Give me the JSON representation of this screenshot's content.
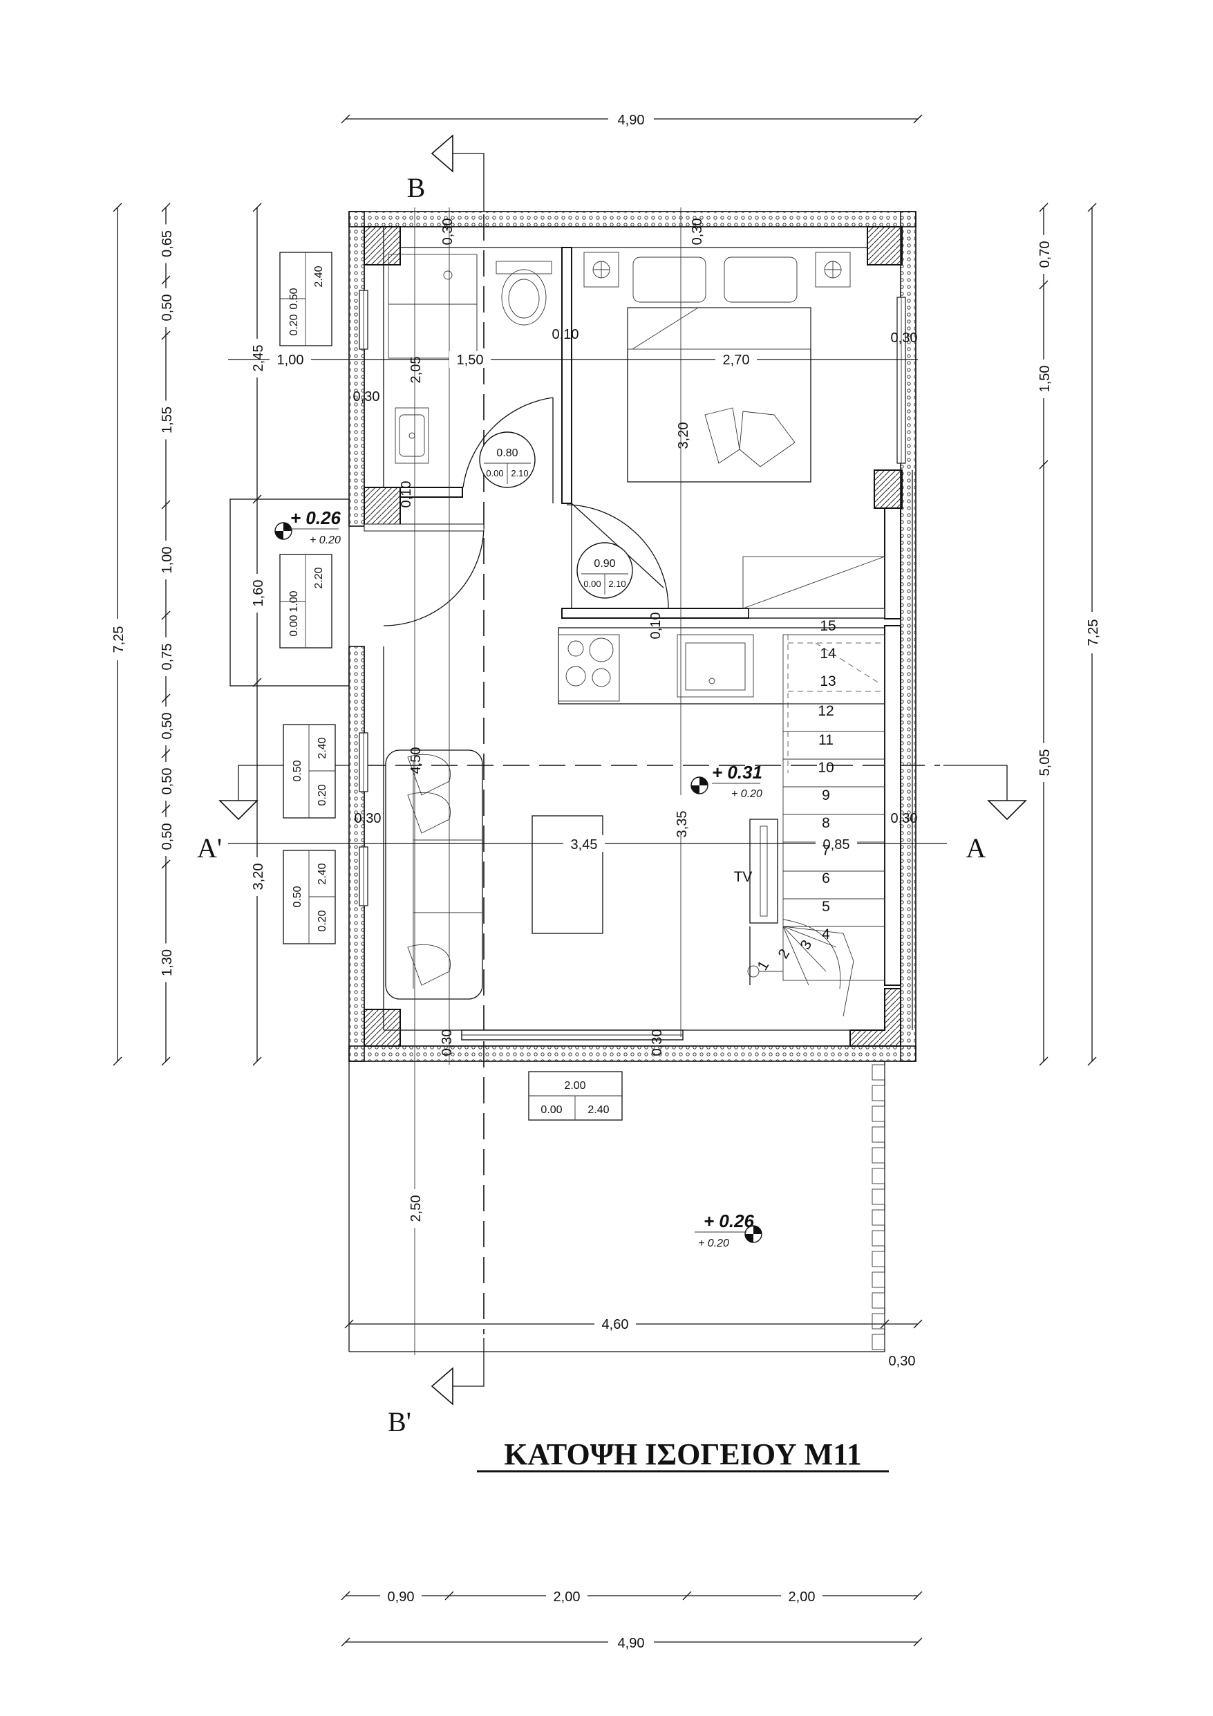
{
  "title": "ΚΑΤΟΨΗ ΙΣΟΓΕΙΟΥ Μ11",
  "section_marks": {
    "b_top": "B",
    "b_bottom": "B'",
    "a_left": "A'",
    "a_right": "A"
  },
  "top_dims": {
    "total": "4,90"
  },
  "bottom_dims": {
    "d1": "0,90",
    "d2": "2,00",
    "d3": "2,00",
    "total": "4,90"
  },
  "left_outer": {
    "total": "7,25"
  },
  "left_mid": [
    "0,65",
    "0,50",
    "1,55",
    "1,00",
    "0,75",
    "0,50",
    "0,50",
    "0,50",
    "1,30"
  ],
  "left_inner": {
    "a": "2,45",
    "b": "1,60",
    "c": "3,20"
  },
  "right_outer": {
    "total": "7,25"
  },
  "right_mid": {
    "a": "0,70",
    "b": "1,50",
    "c": "5,05"
  },
  "interior_dims": {
    "d_030_top1": "0,30",
    "d_030_top2": "0,30",
    "d_100": "1,00",
    "d_150": "1,50",
    "d_010a": "0,10",
    "d_270": "2,70",
    "d_030_r1": "0,30",
    "d_205": "2,05",
    "d_030_l1": "0,30",
    "d_320": "3,20",
    "d_010b": "0,10",
    "d_010c": "0,10",
    "d_450": "4,50",
    "d_030_l2": "0,30",
    "d_345": "3,45",
    "d_335": "3,35",
    "d_085": "0,85",
    "d_030_r2": "0,30",
    "d_030_b1": "0,30",
    "d_030_b2": "0,30",
    "d_250": "2,50",
    "d_460": "4,60",
    "d_030_b3": "0,30"
  },
  "levels": {
    "entry": {
      "main": "+ 0.26",
      "sub": "+ 0.20"
    },
    "living": {
      "main": "+ 0.31",
      "sub": "+ 0.20"
    },
    "terrace": {
      "main": "+ 0.26",
      "sub": "+ 0.20"
    }
  },
  "door_tags": {
    "wc": {
      "w": "0.80",
      "sill": "0.00",
      "h": "2.10"
    },
    "bed": {
      "w": "0.90",
      "sill": "0.00",
      "h": "2.10"
    }
  },
  "window_tags": {
    "wc": {
      "w": "0.50",
      "h": "2.40",
      "s1": "0.20"
    },
    "entry": {
      "w": "1.00",
      "h": "2.20",
      "s1": "0.00"
    },
    "liv1": {
      "w": "0.50",
      "h": "2.40",
      "s1": "0.20"
    },
    "liv2": {
      "w": "0.50",
      "h": "2.40",
      "s1": "0.20"
    },
    "terrace": {
      "w": "2.00",
      "s1": "0.00",
      "h": "2.40"
    }
  },
  "tv_label": "TV",
  "steps": [
    "1",
    "2",
    "3",
    "4",
    "5",
    "6",
    "7",
    "8",
    "9",
    "10",
    "11",
    "12",
    "13",
    "14",
    "15"
  ]
}
